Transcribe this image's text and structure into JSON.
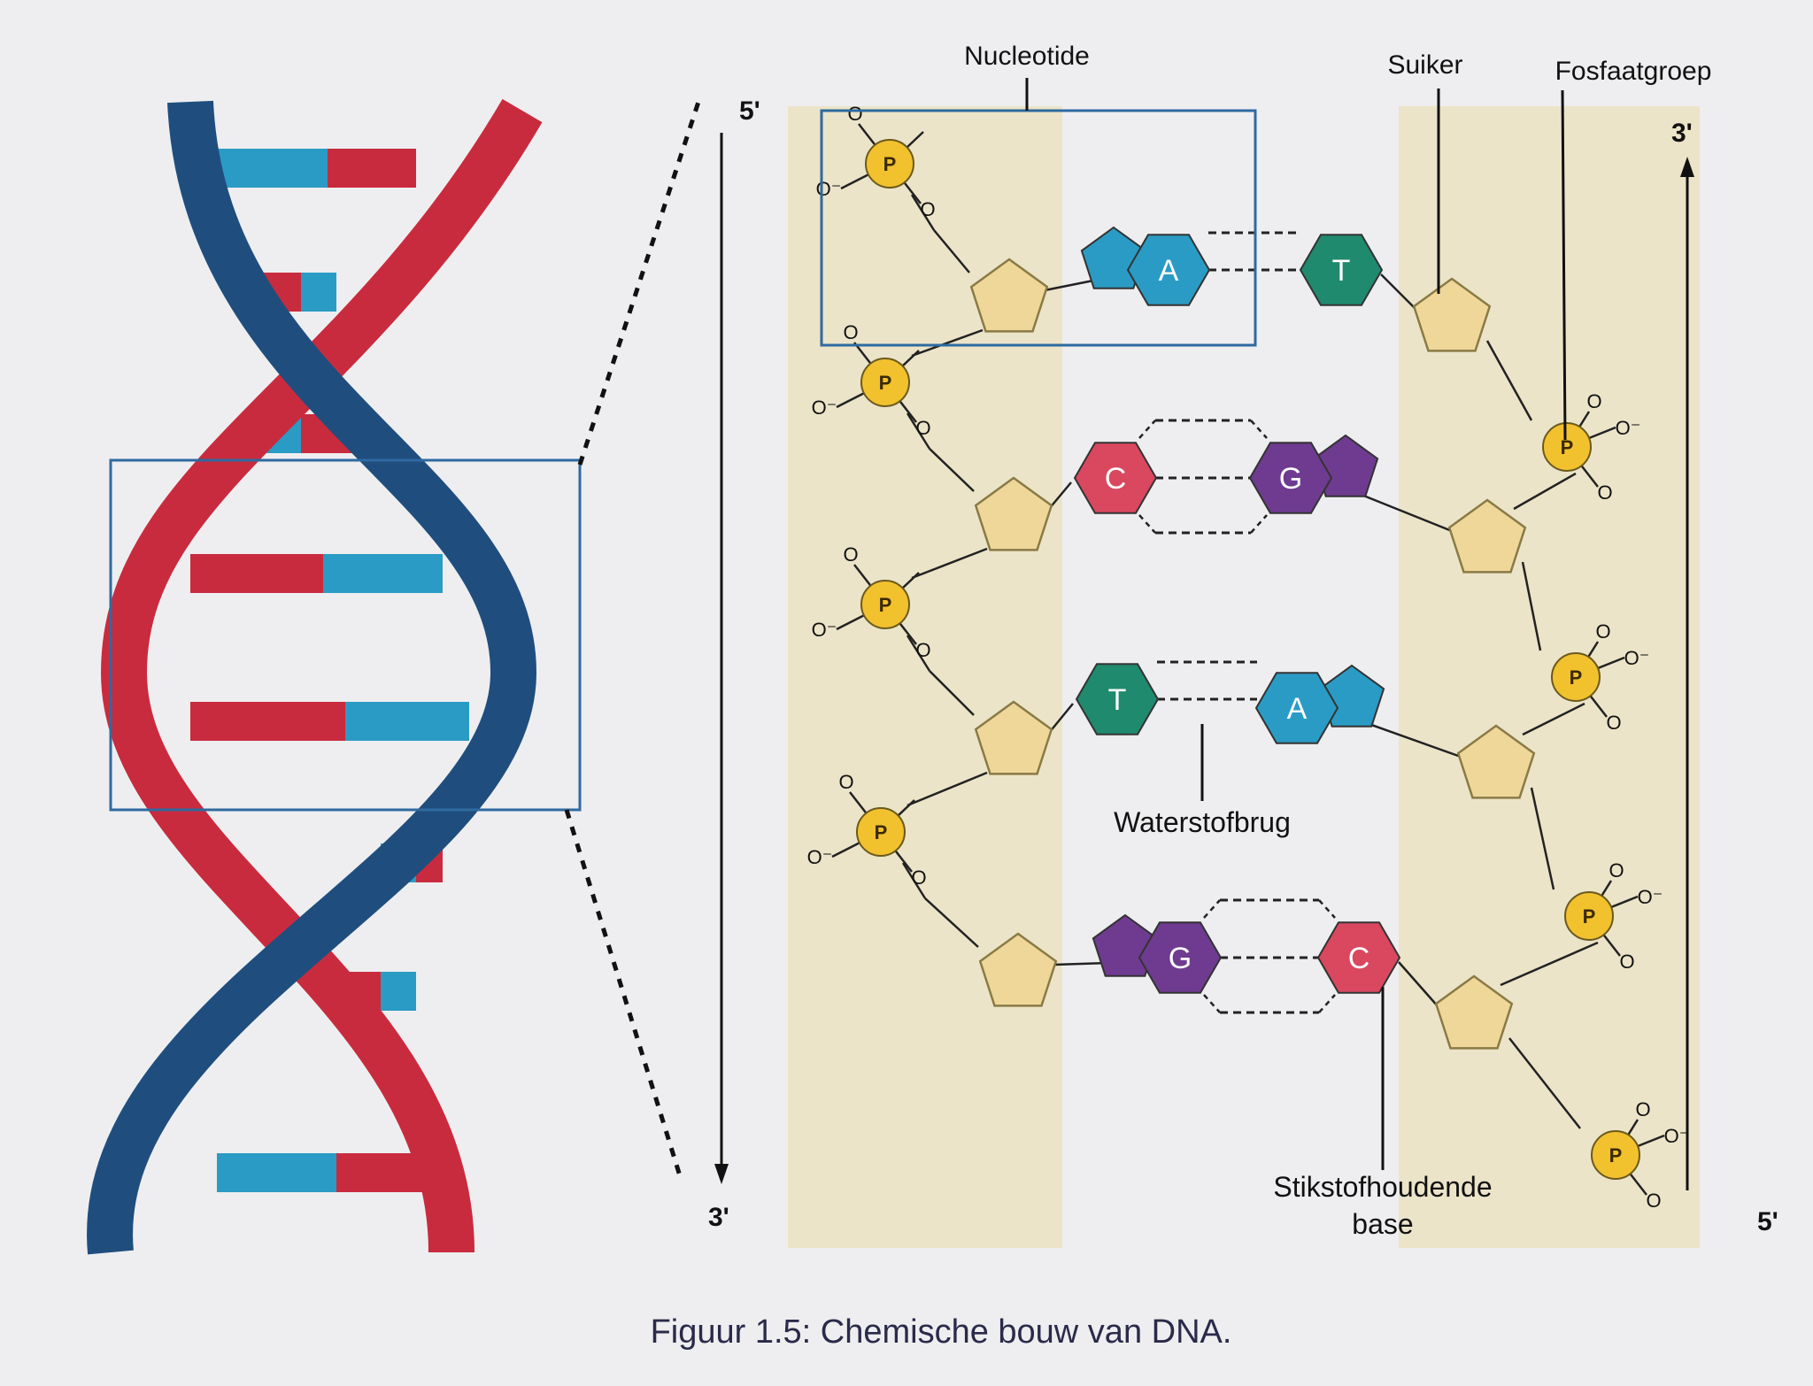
{
  "figure": {
    "caption": "Figuur 1.5: Chemische bouw van DNA."
  },
  "labels": {
    "nucleotide": "Nucleotide",
    "sugar": "Suiker",
    "phosphate_group": "Fosfaatgroep",
    "hydrogen_bond": "Waterstofbrug",
    "base_line1": "Stikstofhoudende",
    "base_line2": "base"
  },
  "strands": {
    "left_top": "5'",
    "left_bottom": "3'",
    "right_top": "3'",
    "right_bottom": "5'"
  },
  "phosphate": {
    "symbol": "P",
    "oxygen": "O",
    "oxygen_minus": "O⁻"
  },
  "base_pairs": [
    {
      "left": "A",
      "right": "T"
    },
    {
      "left": "C",
      "right": "G"
    },
    {
      "left": "T",
      "right": "A"
    },
    {
      "left": "G",
      "right": "C"
    }
  ],
  "colors": {
    "adenine": "#2a9bc4",
    "thymine": "#1f8a6e",
    "cytosine": "#d9485f",
    "guanine": "#6e3b90",
    "sugar": "#efd79a",
    "phosphate": "#f2c12e",
    "helix_blue": "#1f4e7e",
    "helix_red": "#c92b3e",
    "box_outline": "#2e6aa0",
    "backbone_band": "#ece6cf"
  }
}
